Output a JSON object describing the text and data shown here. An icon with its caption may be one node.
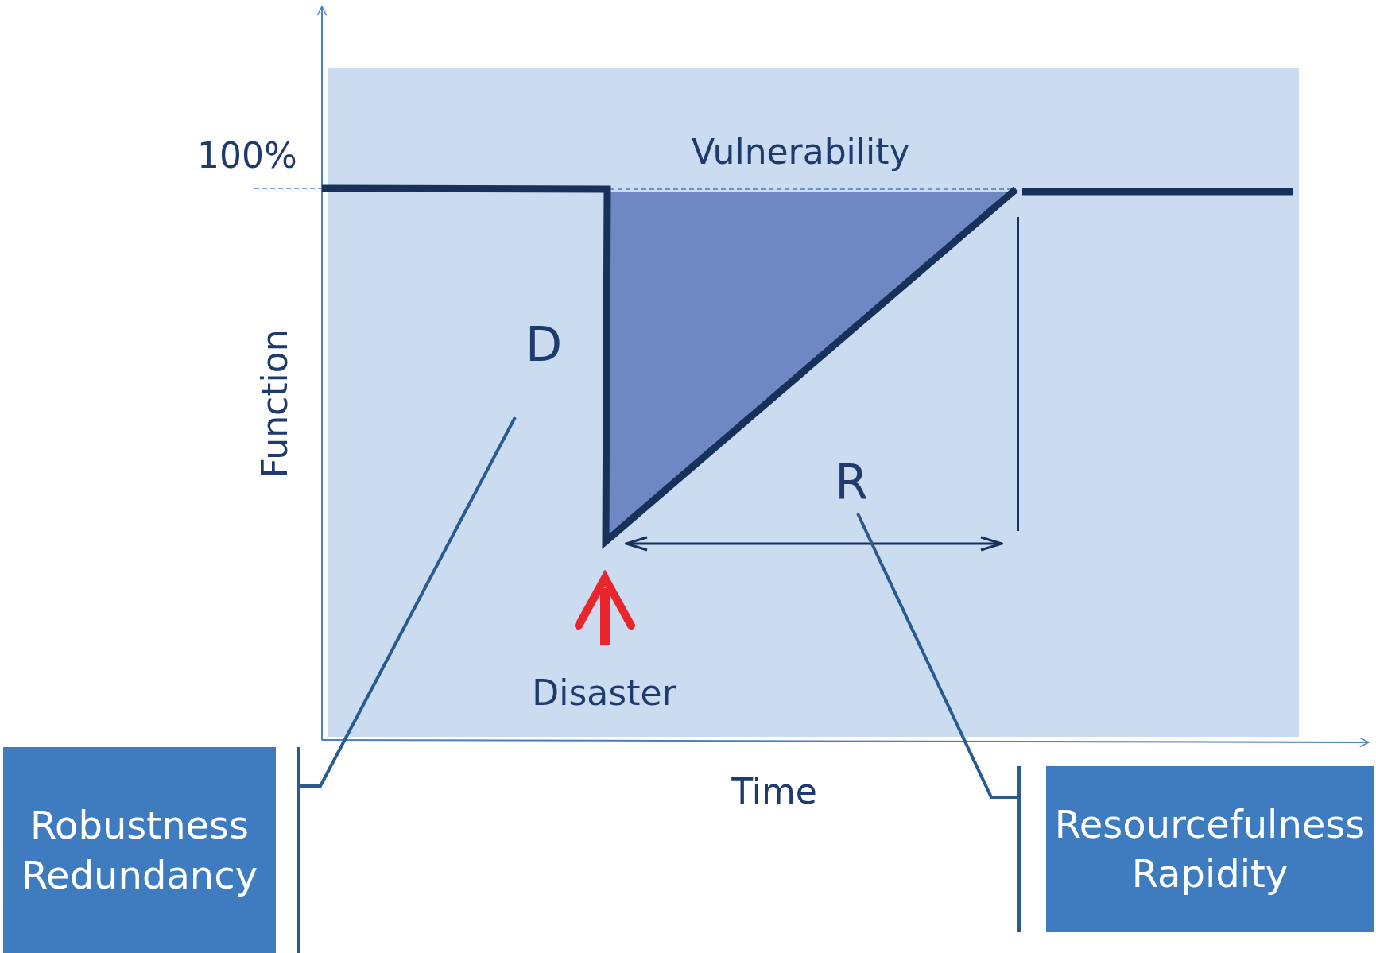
{
  "diagram": {
    "nodes": [
      {
        "text": [
          "D"
        ]
      },
      {
        "text": [
          "R"
        ]
      },
      {
        "text": [
          "Robustness",
          "Redundancy"
        ]
      },
      {
        "text": [
          "Resourcefulness",
          "Rapidity"
        ]
      }
    ],
    "edges": [
      {
        "from": 0,
        "to": 2,
        "arrow": "none"
      },
      {
        "from": 1,
        "to": 3,
        "arrow": "none"
      }
    ],
    "labels": [
      "100%",
      "Vulnerability",
      "Function",
      "Disaster",
      "Time"
    ]
  }
}
